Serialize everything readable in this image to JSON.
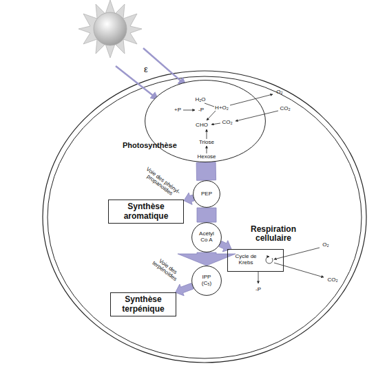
{
  "diagram": {
    "nodes": [
      {
        "text": [
          "Photosynthèse"
        ]
      },
      {
        "text": [
          "PEP"
        ]
      },
      {
        "text": [
          "Acétyl Co A"
        ]
      },
      {
        "text": [
          "IPP (C₅)"
        ]
      },
      {
        "text": [
          "Synthèse aromatique"
        ]
      },
      {
        "text": [
          "Respiration cellulaire",
          "Cycle de Krebs"
        ]
      },
      {
        "text": [
          "Synthèse terpénique"
        ]
      }
    ],
    "edges": [
      {
        "from": 0,
        "to": 1,
        "arrow": "none"
      },
      {
        "from": 1,
        "to": 2,
        "arrow": "none"
      },
      {
        "from": 2,
        "to": 3,
        "arrow": "to"
      },
      {
        "from": 1,
        "to": 4,
        "label": "Voie des phényl- propanoïdes",
        "arrow": "to"
      },
      {
        "from": 2,
        "to": 5,
        "arrow": "to"
      },
      {
        "from": 3,
        "to": 6,
        "label": "Voie des terpénoïdes",
        "arrow": "to"
      }
    ],
    "labels": [
      "ε",
      "H₂O",
      "+P",
      "-P",
      "H+O₂",
      "CHO",
      "CO₂",
      "Triose",
      "Hexose",
      "O₂",
      "CO₂",
      "O₂",
      "CO₂",
      "-P"
    ]
  }
}
